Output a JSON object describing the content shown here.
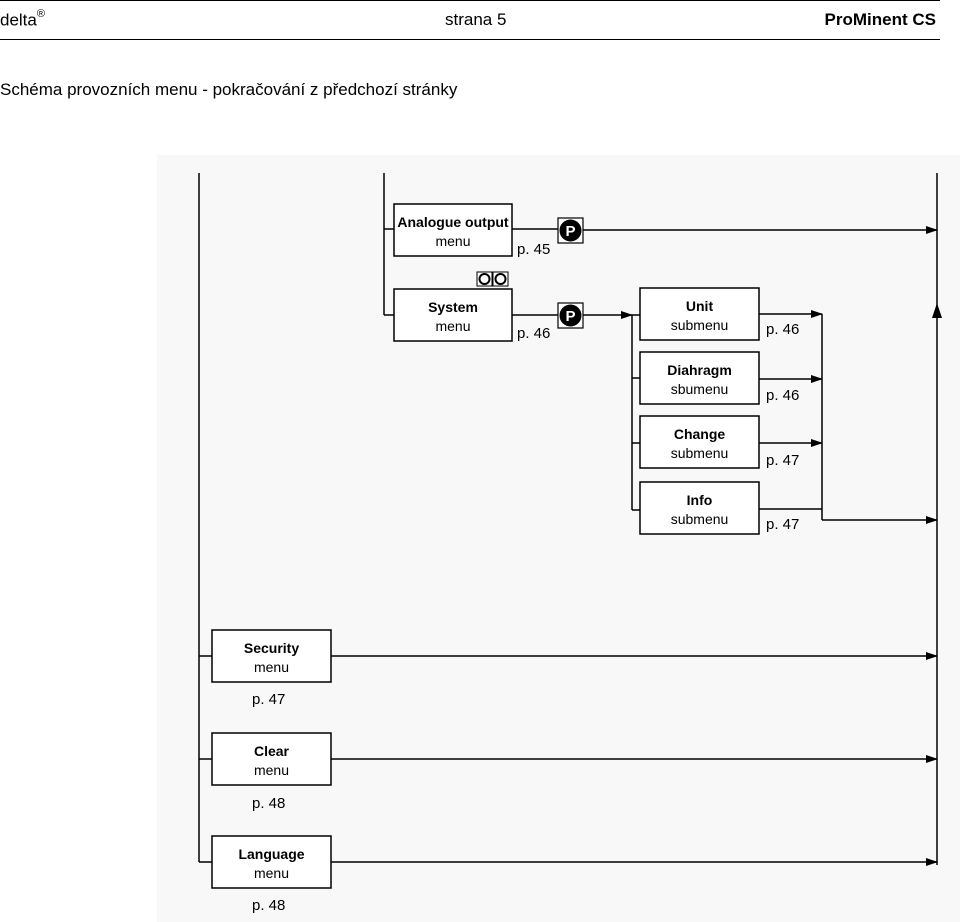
{
  "header": {
    "left": "delta",
    "left_mark": "®",
    "center": "strana 5",
    "right": "ProMinent CS"
  },
  "subtitle": "Schéma provozních menu - pokračování z předchozí stránky",
  "diagram": {
    "p_symbol": "P",
    "analogue": {
      "title": "Analogue output",
      "sub": "menu",
      "ref": "p. 45"
    },
    "system": {
      "title": "System",
      "sub": "menu",
      "ref": "p. 46"
    },
    "unit": {
      "title": "Unit",
      "sub": "submenu",
      "ref": "p. 46"
    },
    "diaphragm": {
      "title": "Diahragm",
      "sub": "sbumenu",
      "ref": "p. 46"
    },
    "change": {
      "title": "Change",
      "sub": "submenu",
      "ref": "p. 47"
    },
    "info": {
      "title": "Info",
      "sub": "submenu",
      "ref": "p. 47"
    },
    "security": {
      "title": "Security",
      "sub": "menu",
      "ref": "p. 47"
    },
    "clear": {
      "title": "Clear",
      "sub": "menu",
      "ref": "p. 48"
    },
    "language": {
      "title": "Language",
      "sub": "menu",
      "ref": "p. 48"
    }
  }
}
